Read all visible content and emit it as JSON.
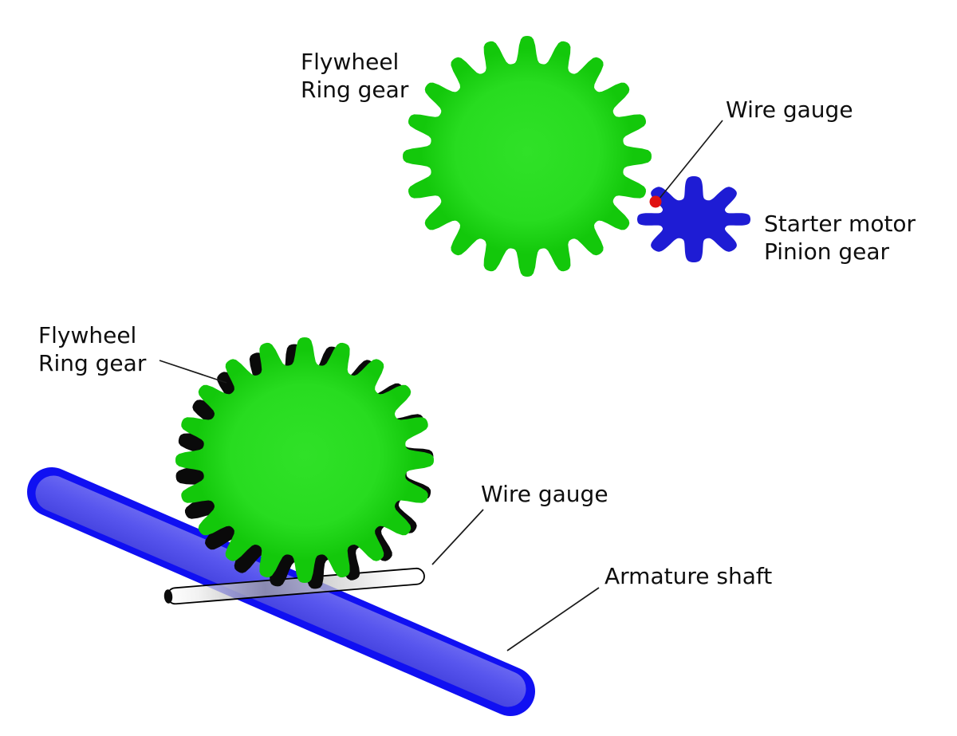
{
  "title": "Starter motor pinion and flywheel ring gear diagram",
  "labels": {
    "top_flywheel_line1": "Flywheel",
    "top_flywheel_line2": "Ring gear",
    "top_wire_gauge": "Wire gauge",
    "starter_line1": "Starter motor",
    "starter_line2": "Pinion gear",
    "bottom_flywheel_line1": "Flywheel",
    "bottom_flywheel_line2": "Ring gear",
    "bottom_wire_gauge": "Wire gauge",
    "armature_shaft": "Armature shaft"
  },
  "colors": {
    "background": "#ffffff",
    "text": "#0e0e0e",
    "leader_line": "#1a1a1a",
    "gear_green_center": "#30e128",
    "gear_green_mid": "#28dc20",
    "gear_green_rim": "#13c80b",
    "gear_shadow_black": "#0a0a0a",
    "pinion_blue": "#1e1cd4",
    "wire_gauge_dot_red": "#e01111",
    "shaft_border_blue": "#1010f2",
    "shaft_fill_light": "#6e6cf2",
    "shaft_fill_mid": "#5856ee",
    "shaft_fill_dark": "#4240dd",
    "rod_outline": "#000000",
    "rod_white": "#ffffff",
    "rod_gray": "#9c9c9c",
    "rod_end_dark": "#0b0b0b"
  },
  "figures": {
    "top_ring_gear_teeth": 20,
    "pinion_gear_teeth": 8,
    "bottom_ring_gear_teeth": 20
  }
}
